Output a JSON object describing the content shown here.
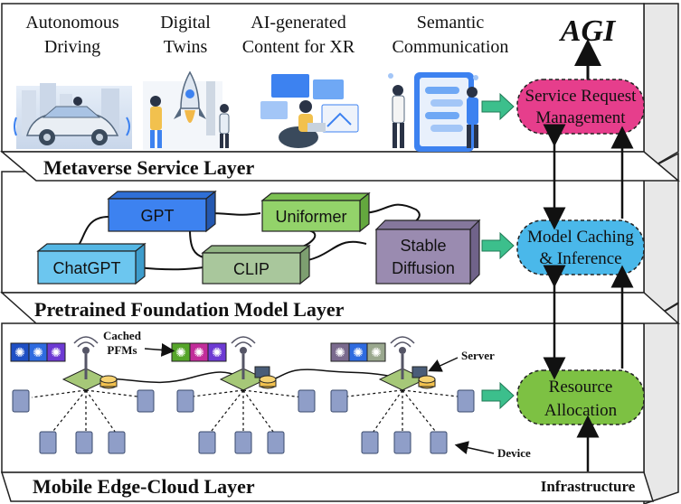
{
  "top_label": "AGI",
  "layers": {
    "service": "Metaverse Service Layer",
    "model": "Pretrained Foundation Model Layer",
    "edge": "Mobile Edge-Cloud Layer"
  },
  "services": [
    {
      "line1": "Autonomous",
      "line2": "Driving"
    },
    {
      "line1": "Digital",
      "line2": "Twins"
    },
    {
      "line1": "AI-generated",
      "line2": "Content for XR"
    },
    {
      "line1": "Semantic",
      "line2": "Communication"
    }
  ],
  "side_boxes": {
    "service": {
      "line1": "Service Request",
      "line2": "Management",
      "fill": "#e63e8c"
    },
    "model": {
      "line1": "Model Caching",
      "line2": "& Inference",
      "fill": "#4ab8ea"
    },
    "edge": {
      "line1": "Resource",
      "line2": "Allocation",
      "fill": "#7dc143"
    }
  },
  "models": {
    "gpt": {
      "label": "GPT",
      "color": "#3d82f0"
    },
    "uniformer": {
      "label": "Uniformer",
      "color": "#93d36a"
    },
    "chatgpt": {
      "label": "ChatGPT",
      "color": "#6cc6ef"
    },
    "clip": {
      "label": "CLIP",
      "color": "#a9c79c"
    },
    "stable": {
      "line1": "Stable",
      "line2": "Diffusion",
      "color": "#9a8bb0"
    }
  },
  "edge_labels": {
    "cached_line1": "Cached",
    "cached_line2": "PFMs",
    "server": "Server",
    "device": "Device",
    "infrastructure": "Infrastructure"
  },
  "colors": {
    "arrow_green": "#3cbf8c",
    "layer_face": "#ffffff",
    "layer_side": "#ececec"
  }
}
